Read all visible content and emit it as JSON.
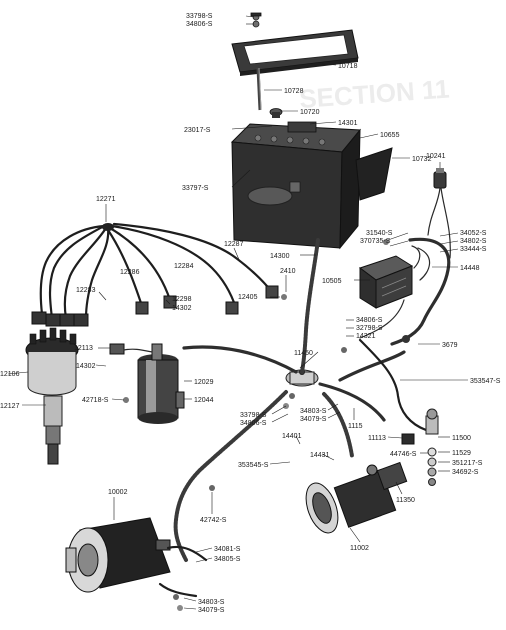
{
  "labels": {
    "p33798_top": "33798-S",
    "p34806_top": "34806-S",
    "p10718": "10718",
    "p10728": "10728",
    "p10720": "10720",
    "p14301": "14301",
    "p23017": "23017-S",
    "p10655": "10655",
    "p10732": "10732",
    "p33797": "33797-S",
    "p10241": "10241",
    "p12271": "12271",
    "p12287": "12287",
    "p12286": "12286",
    "p12284": "12284",
    "p14300": "14300",
    "p31540": "31540-S",
    "p370735": "370735-S",
    "p34052": "34052-S",
    "p34802": "34802-S",
    "p33444": "33444-S",
    "p2410": "2410",
    "p12283": "12283",
    "p12298": "12298",
    "p14302_a": "14302",
    "p12405": "12405",
    "p10505": "10505",
    "p14448": "14448",
    "p12113": "12113",
    "p14302_b": "14302",
    "p34806_mid": "34806-S",
    "p32798_mid": "32798-S",
    "p14321": "14321",
    "p12106": "12106",
    "p12029": "12029",
    "p11450": "11450",
    "p3679": "3679",
    "p12127": "12127",
    "p42718": "42718-S",
    "p12044": "12044",
    "p353547": "353547-S",
    "p33798_low": "33798-S",
    "p34806_low": "34806-S",
    "p34803_mid": "34803-S",
    "p34079_mid": "34079-S",
    "p1115": "1115",
    "p14401": "14401",
    "p11113": "11113",
    "p11500": "11500",
    "p44746": "44746-S",
    "p11529": "11529",
    "p353545": "353545-S",
    "p14431": "14431",
    "p351217": "351217-S",
    "p34692": "34692-S",
    "p10002": "10002",
    "p11350": "11350",
    "p42742": "42742-S",
    "p11002": "11002",
    "p34081": "34081-S",
    "p34805": "34805-S",
    "p34803_bot": "34803-S",
    "p34079_bot": "34079-S"
  },
  "ghost_text": "SECTION 11"
}
